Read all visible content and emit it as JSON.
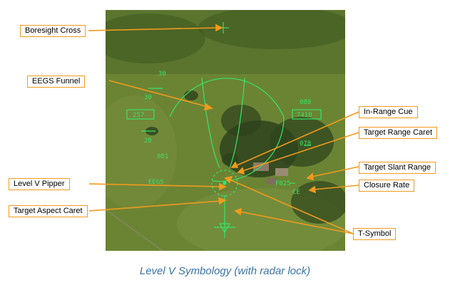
{
  "callouts": {
    "boresight_cross": "Boresight Cross",
    "eegs_funnel": "EEGS Funnel",
    "level_v_pipper": "Level V Pipper",
    "target_aspect_caret": "Target Aspect Caret",
    "in_range_cue": "In-Range Cue",
    "target_range_caret": "Target Range Caret",
    "target_slant_range": "Target Slant Range",
    "closure_rate": "Closure Rate",
    "t_symbol": "T-Symbol"
  },
  "hud": {
    "scale_top": "30",
    "scale_left_1": "30",
    "scale_left_2": "20",
    "left_box": "257",
    "right_box": "7410",
    "right_top": "080",
    "left_small": "081",
    "eegs_label": "EEGS",
    "right_mid": "078",
    "slant_range": "F025",
    "closure": "CE"
  },
  "caption": "Level V Symbology (with radar lock)",
  "colors": {
    "callout_border": "#f29a1c",
    "leader_line": "#f29a1c",
    "hud_green": "#38e36a",
    "caption": "#3a73a6",
    "terrain": "#6b8434"
  }
}
